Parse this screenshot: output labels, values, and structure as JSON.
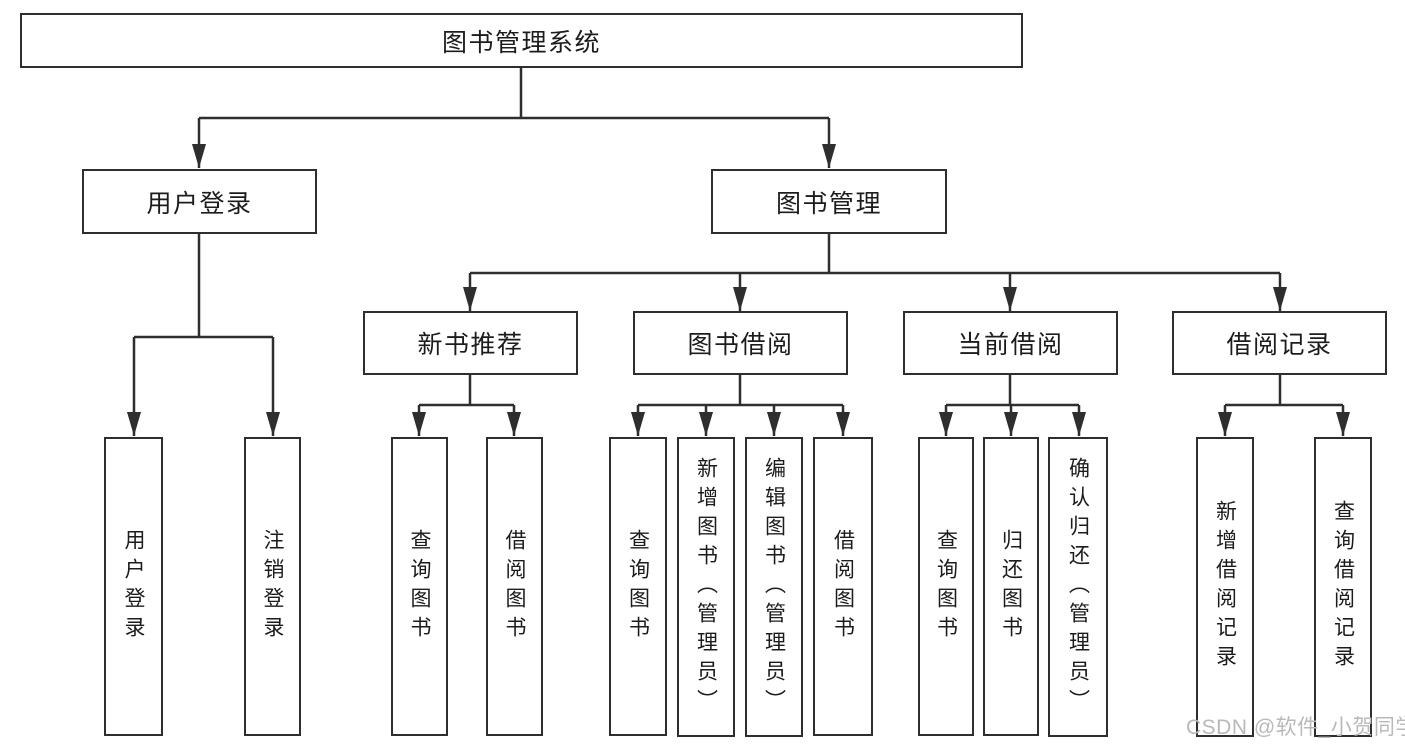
{
  "diagram_title": "图书管理系统",
  "hierarchy": {
    "label": "图书管理系统",
    "children": [
      {
        "label": "用户登录",
        "children": [
          {
            "label": "用户登录"
          },
          {
            "label": "注销登录"
          }
        ]
      },
      {
        "label": "图书管理",
        "children": [
          {
            "label": "新书推荐",
            "children": [
              {
                "label": "查询图书"
              },
              {
                "label": "借阅图书"
              }
            ]
          },
          {
            "label": "图书借阅",
            "children": [
              {
                "label": "查询图书"
              },
              {
                "label": "新增图书（管理员）"
              },
              {
                "label": "编辑图书（管理员）"
              },
              {
                "label": "借阅图书"
              }
            ]
          },
          {
            "label": "当前借阅",
            "children": [
              {
                "label": "查询图书"
              },
              {
                "label": "归还图书"
              },
              {
                "label": "确认归还（管理员）"
              }
            ]
          },
          {
            "label": "借阅记录",
            "children": [
              {
                "label": "新增借阅记录"
              },
              {
                "label": "查询借阅记录"
              }
            ]
          }
        ]
      }
    ]
  },
  "watermark": "CSDN @软件_小贺同学",
  "colors": {
    "line": "#2e2e2e",
    "text": "#1c1c1c",
    "box_background": "#ffffff",
    "watermark": "#b9b9b9",
    "background": "#ffffff"
  }
}
